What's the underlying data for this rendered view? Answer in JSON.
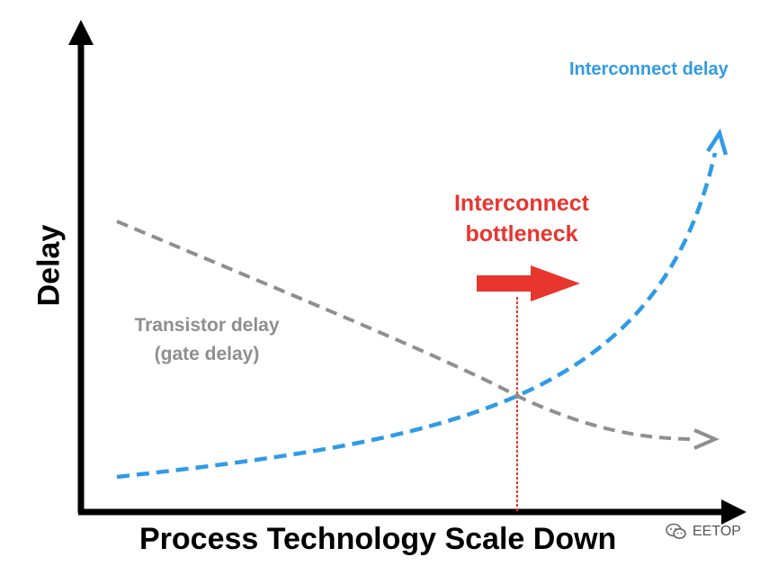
{
  "axes": {
    "y_label": "Delay",
    "x_label": "Process Technology Scale Down"
  },
  "curves": {
    "interconnect": {
      "label": "Interconnect delay",
      "color": "#2f9be6"
    },
    "transistor": {
      "label_line1": "Transistor delay",
      "label_line2": "(gate delay)",
      "color": "#8f8f8f"
    }
  },
  "bottleneck": {
    "label_line1": "Interconnect",
    "label_line2": "bottleneck",
    "color": "#e8352e"
  },
  "watermark": {
    "text": "EETOP",
    "icon": "wechat-icon"
  }
}
